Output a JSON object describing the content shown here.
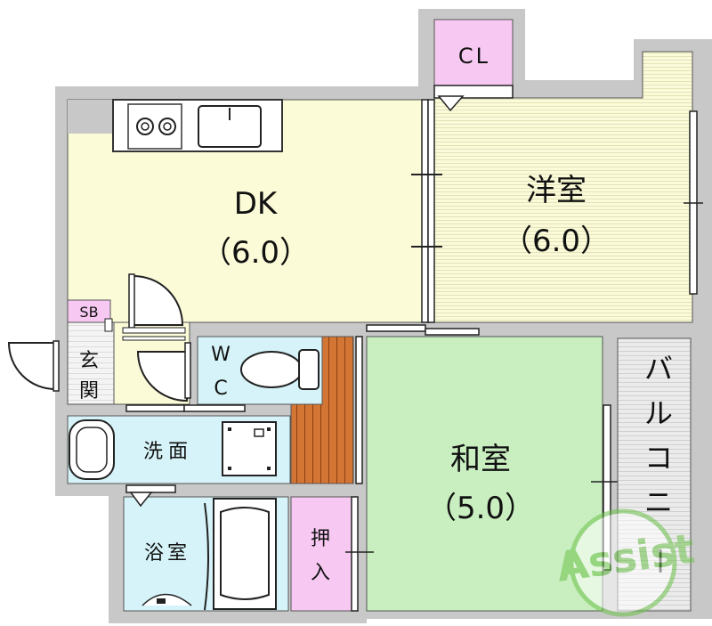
{
  "rooms": {
    "dk": {
      "name": "DK",
      "size": "（6.0）"
    },
    "western": {
      "name": "洋室",
      "size": "（6.0）"
    },
    "japanese": {
      "name": "和室",
      "size": "（5.0）"
    },
    "closet": {
      "name": "CL"
    },
    "shoe_box": {
      "name": "SB"
    },
    "entrance": {
      "line1": "玄",
      "line2": "関"
    },
    "toilet": {
      "line1": "W",
      "line2": "C"
    },
    "washroom": {
      "name": "洗面"
    },
    "bathroom": {
      "name": "浴室"
    },
    "oshiire": {
      "line1": "押",
      "line2": "入"
    },
    "balcony": {
      "chars": [
        "バ",
        "ル",
        "コ",
        "ニ",
        "ー"
      ]
    }
  },
  "watermark": {
    "text": "Assist"
  },
  "colors": {
    "wall": "#c8c8c8",
    "dk_floor": "#fbfbd8",
    "western_floor": "#fbfbdc",
    "japanese_floor": "#c9efc0",
    "wet_area": "#d5f3f8",
    "closet": "#f7c9f2",
    "wood": "#cd6a2a",
    "balcony": "#e7e7e7",
    "watermark": "#6cc24a"
  }
}
